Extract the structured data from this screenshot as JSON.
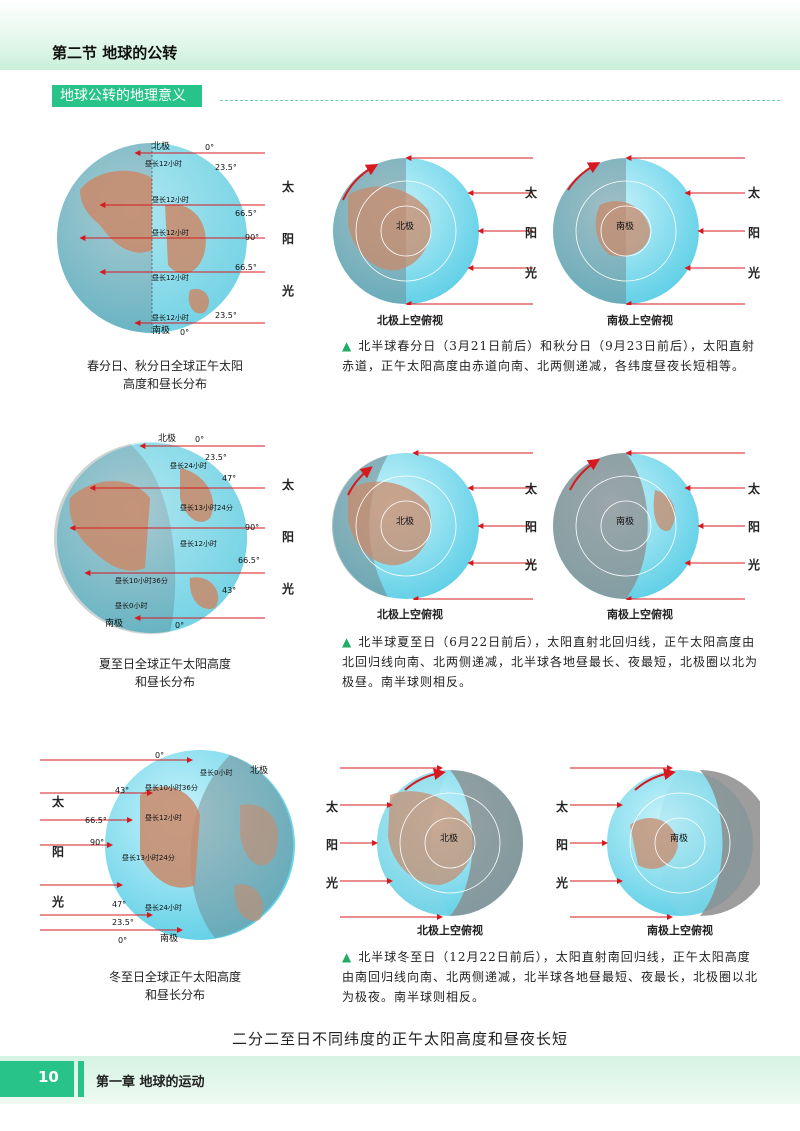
{
  "header": {
    "title": "第二节  地球的公转"
  },
  "section": {
    "tag": "地球公转的地理意义"
  },
  "sun_chars": [
    "太",
    "阳",
    "光"
  ],
  "labels": {
    "north_pole": "北极",
    "south_pole": "南极",
    "north_view": "北极上空俯视",
    "south_view": "南极上空俯视"
  },
  "row1": {
    "globe_labels": {
      "n0": "0°",
      "n23": "23.5°",
      "n66": "66.5°",
      "eq": "90°",
      "s66": "66.5°",
      "s23": "23.5°",
      "s0": "0°",
      "day1": "昼长12小时",
      "day2": "昼长12小时",
      "day3": "昼长12小时",
      "day4": "昼长12小时",
      "day5": "昼长12小时"
    },
    "caption_l1": "春分日、秋分日全球正午太阳",
    "caption_l2": "高度和昼长分布",
    "desc": "北半球春分日（3月21日前后）和秋分日（9月23日前后），太阳直射赤道，正午太阳高度由赤道向南、北两侧递减，各纬度昼夜长短相等。"
  },
  "row2": {
    "globe_labels": {
      "n0": "0°",
      "a23": "23.5°",
      "a47": "47°",
      "a90": "90°",
      "a66": "66.5°",
      "a43": "43°",
      "s0": "0°",
      "day1": "昼长24小时",
      "day2": "昼长13小时24分",
      "day3": "昼长12小时",
      "day4": "昼长10小时36分",
      "day5": "昼长0小时"
    },
    "caption_l1": "夏至日全球正午太阳高度",
    "caption_l2": "和昼长分布",
    "desc": "北半球夏至日（6月22日前后），太阳直射北回归线，正午太阳高度由北回归线向南、北两侧递减，北半球各地昼最长、夜最短，北极圈以北为极昼。南半球则相反。"
  },
  "row3": {
    "globe_labels": {
      "n0": "0°",
      "a43": "43°",
      "a66": "66.5°",
      "a90": "90°",
      "a47": "47°",
      "a23": "23.5°",
      "s0": "0°",
      "day1": "昼长0小时",
      "day2": "昼长10小时36分",
      "day3": "昼长12小时",
      "day4": "昼长13小时24分",
      "day5": "昼长24小时"
    },
    "caption_l1": "冬至日全球正午太阳高度",
    "caption_l2": "和昼长分布",
    "desc": "北半球冬至日（12月22日前后），太阳直射南回归线，正午太阳高度由南回归线向南、北两侧递减，北半球各地昼最短、夜最长，北极圈以北为极夜。南半球则相反。"
  },
  "bottom_caption": "二分二至日不同纬度的正午太阳高度和昼夜长短",
  "footer": {
    "page_number": "10",
    "chapter": "第一章   地球的运动"
  },
  "colors": {
    "accent": "#27c389",
    "ocean": "#7fdff0",
    "land": "#c98a6a",
    "night": "#8c8c8c",
    "sunray": "#d7181f"
  }
}
